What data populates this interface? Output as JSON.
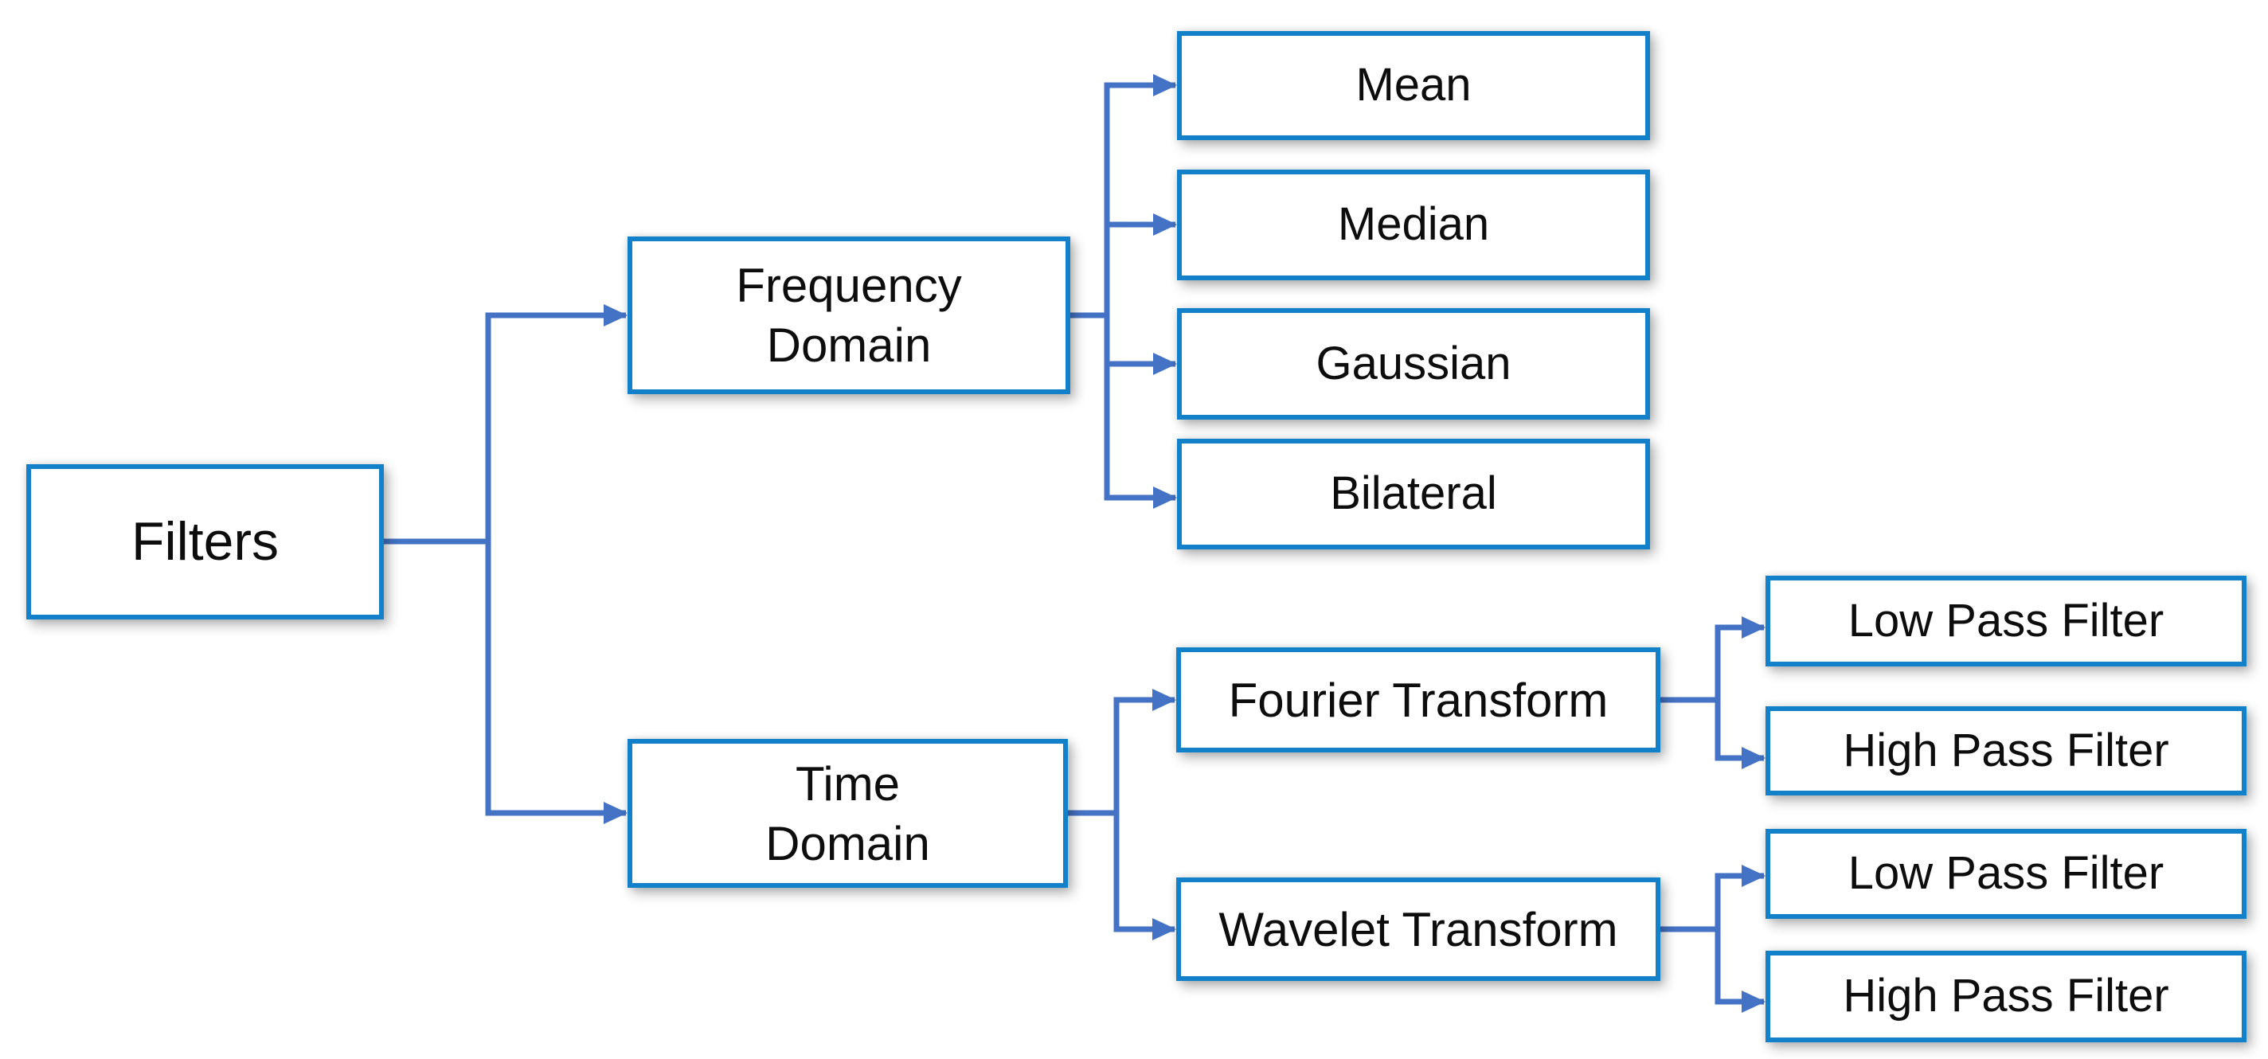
{
  "diagram": {
    "type": "tree",
    "background_color": "#ffffff",
    "node_border_color": "#1380ca",
    "node_fill_color": "#ffffff",
    "connector_color": "#4472c4",
    "text_color": "#0d0d0d",
    "nodes": {
      "filters": {
        "label": "Filters"
      },
      "frequency_domain": {
        "label": "Frequency\nDomain"
      },
      "time_domain": {
        "label": "Time\nDomain"
      },
      "mean": {
        "label": "Mean"
      },
      "median": {
        "label": "Median"
      },
      "gaussian": {
        "label": "Gaussian"
      },
      "bilateral": {
        "label": "Bilateral"
      },
      "fourier_transform": {
        "label": "Fourier Transform"
      },
      "wavelet_transform": {
        "label": "Wavelet Transform"
      },
      "fourier_low_pass": {
        "label": "Low Pass Filter"
      },
      "fourier_high_pass": {
        "label": "High Pass Filter"
      },
      "wavelet_low_pass": {
        "label": "Low Pass Filter"
      },
      "wavelet_high_pass": {
        "label": "High Pass Filter"
      }
    },
    "edges": [
      {
        "from": "filters",
        "to": "frequency_domain"
      },
      {
        "from": "filters",
        "to": "time_domain"
      },
      {
        "from": "frequency_domain",
        "to": "mean"
      },
      {
        "from": "frequency_domain",
        "to": "median"
      },
      {
        "from": "frequency_domain",
        "to": "gaussian"
      },
      {
        "from": "frequency_domain",
        "to": "bilateral"
      },
      {
        "from": "time_domain",
        "to": "fourier_transform"
      },
      {
        "from": "time_domain",
        "to": "wavelet_transform"
      },
      {
        "from": "fourier_transform",
        "to": "fourier_low_pass"
      },
      {
        "from": "fourier_transform",
        "to": "fourier_high_pass"
      },
      {
        "from": "wavelet_transform",
        "to": "wavelet_low_pass"
      },
      {
        "from": "wavelet_transform",
        "to": "wavelet_high_pass"
      }
    ]
  }
}
